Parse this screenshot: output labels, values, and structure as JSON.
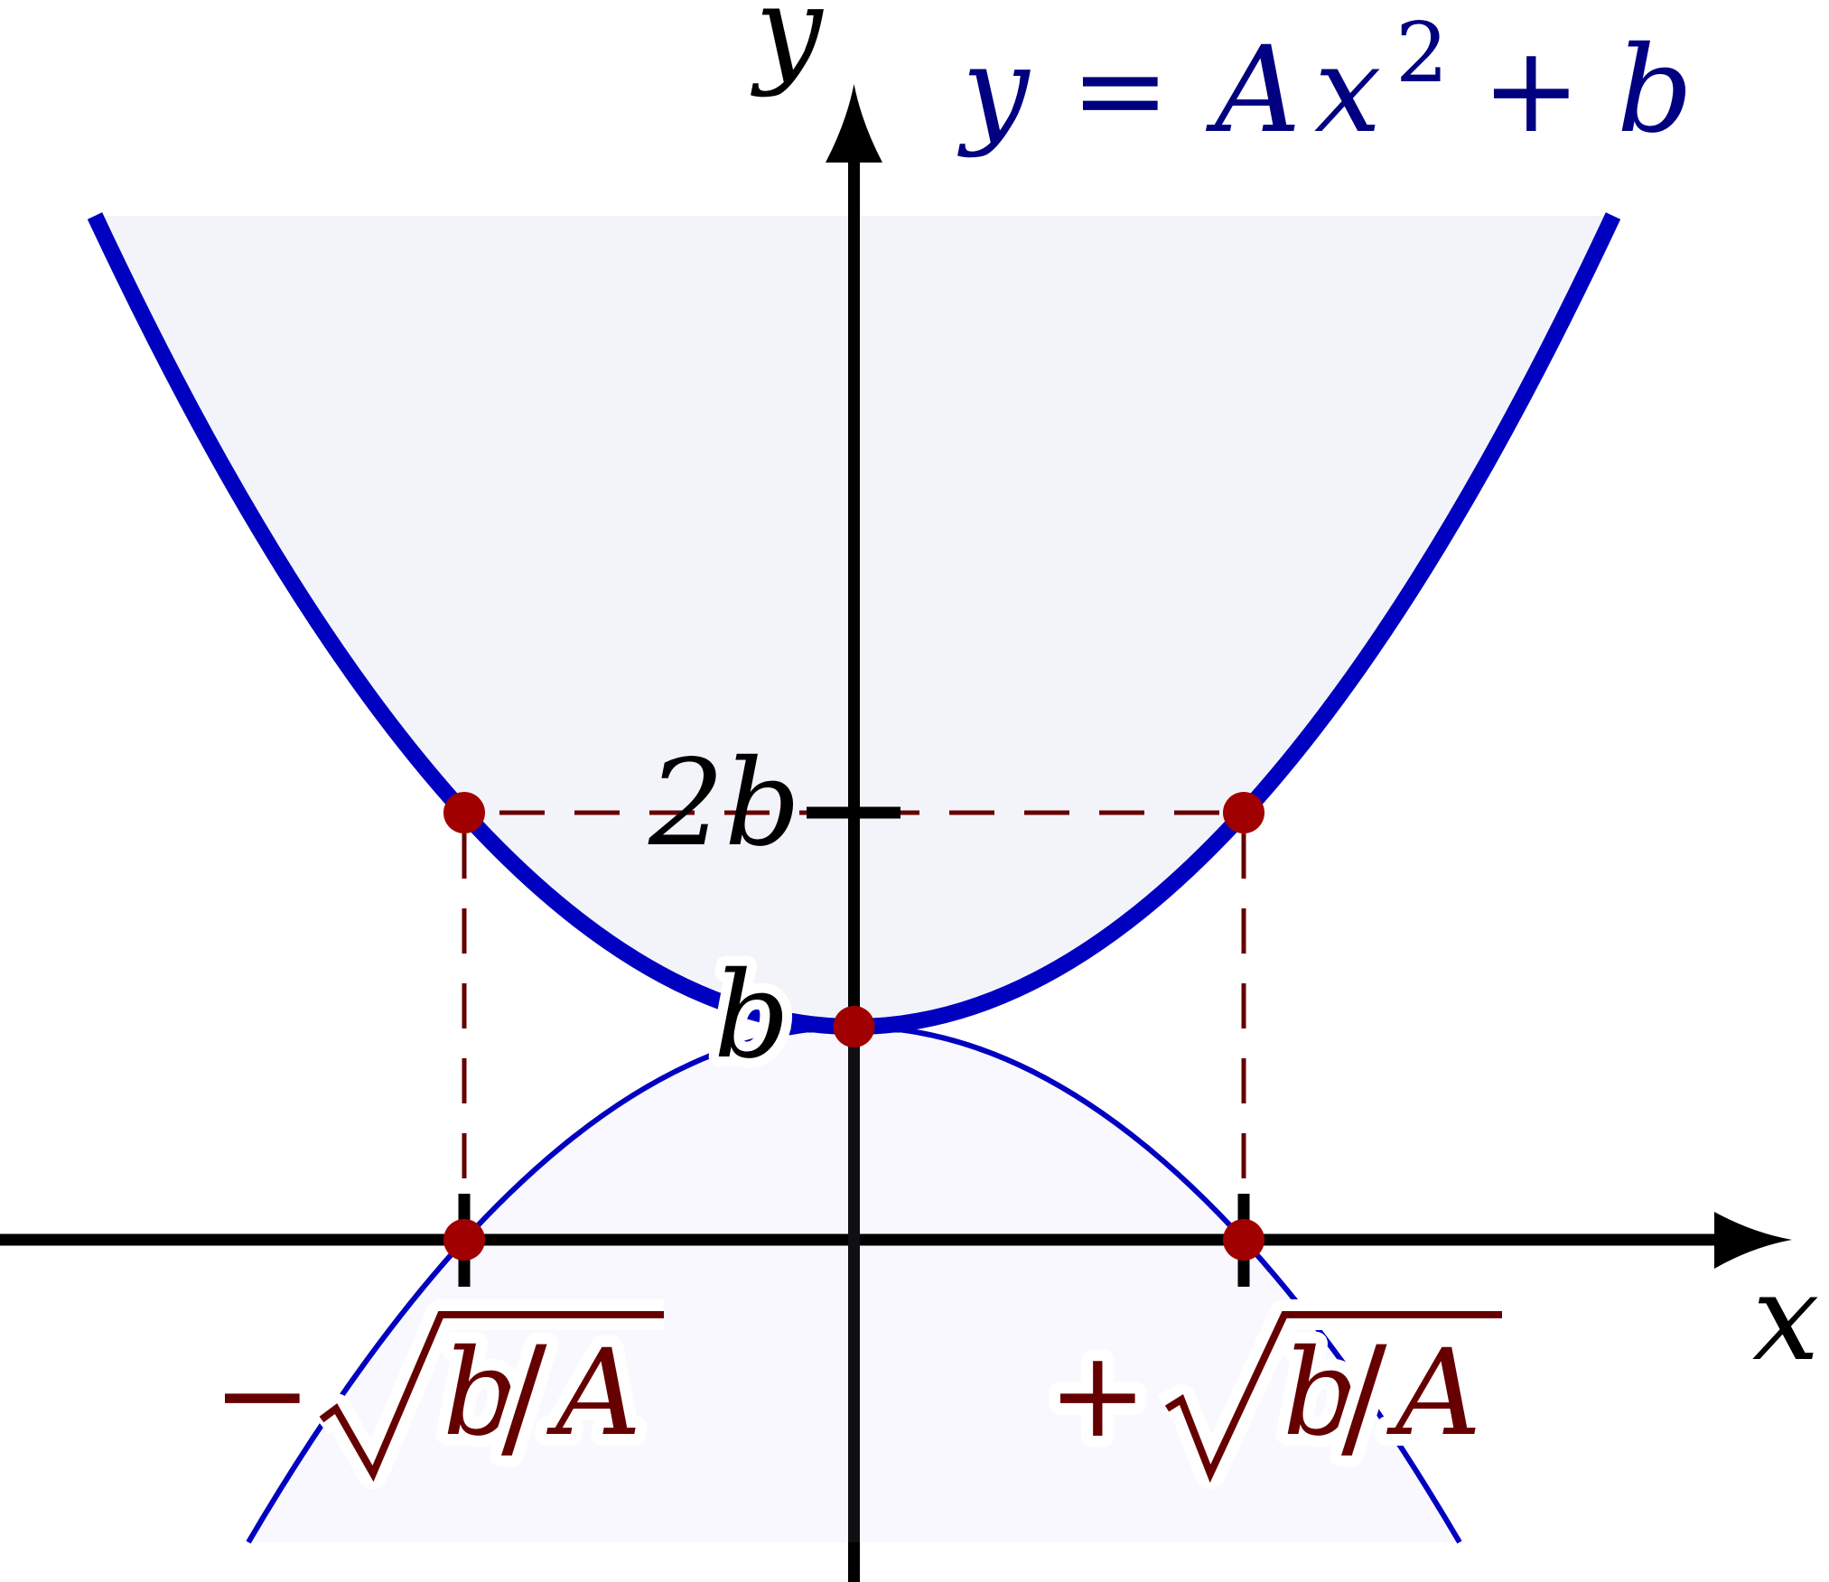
{
  "figure": {
    "equation_label": "y = Ax² + b",
    "equation_parts": {
      "lhs": "y",
      "eq": "=",
      "A": "A",
      "x": "x",
      "exp": "2",
      "plus": "+",
      "b": "b"
    },
    "axis_labels": {
      "x": "x",
      "y": "y"
    },
    "y_ticks": {
      "b": "b",
      "two_b": "2b"
    },
    "x_ticks": {
      "neg_root": {
        "sign": "−",
        "num": "b",
        "slash": "/",
        "den": "A"
      },
      "pos_root": {
        "sign": "+",
        "num": "b",
        "slash": "/",
        "den": "A"
      }
    },
    "colors": {
      "curve": "#0000c0",
      "equation_text": "#000080",
      "points": "#a00000",
      "dashed": "#660000",
      "root_labels": "#660000",
      "axes": "#000000",
      "upper_fill": "#f3f4fa",
      "lower_fill": "#f8f8fe"
    }
  },
  "chart_data": {
    "type": "line",
    "title": "y = Ax^2 + b",
    "xlabel": "x",
    "ylabel": "y",
    "series": [
      {
        "name": "y = Ax^2 + b (thick, upward)",
        "function": "A*x^2 + b"
      },
      {
        "name": "mirror y = -Ax^2 + b (thin, downward)",
        "function": "-A*x^2 + b"
      }
    ],
    "marked_points": [
      {
        "x": "-sqrt(b/A)",
        "y": "2b"
      },
      {
        "x": "+sqrt(b/A)",
        "y": "2b"
      },
      {
        "x": "0",
        "y": "b"
      },
      {
        "x": "-sqrt(b/A)",
        "y": "0"
      },
      {
        "x": "+sqrt(b/A)",
        "y": "0"
      }
    ],
    "x_tick_labels": [
      "−√(b/A)",
      "+√(b/A)"
    ],
    "y_tick_labels": [
      "b",
      "2b"
    ],
    "grid": false
  }
}
